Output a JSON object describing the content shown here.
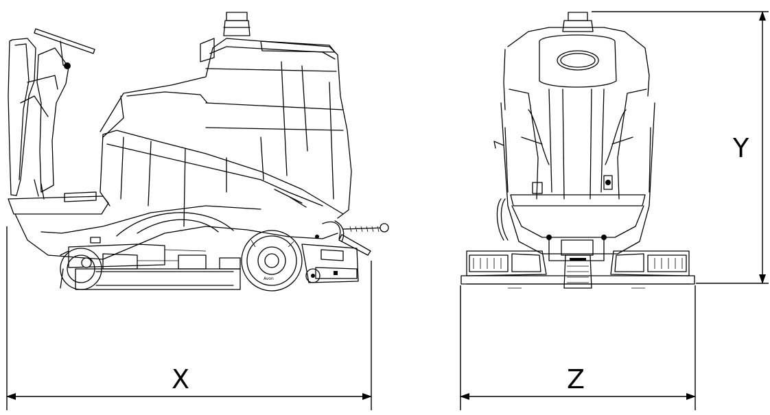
{
  "dimensions": {
    "length_label": "X",
    "width_label": "Z",
    "height_label": "Y"
  },
  "views": [
    "side-view",
    "front-view"
  ]
}
